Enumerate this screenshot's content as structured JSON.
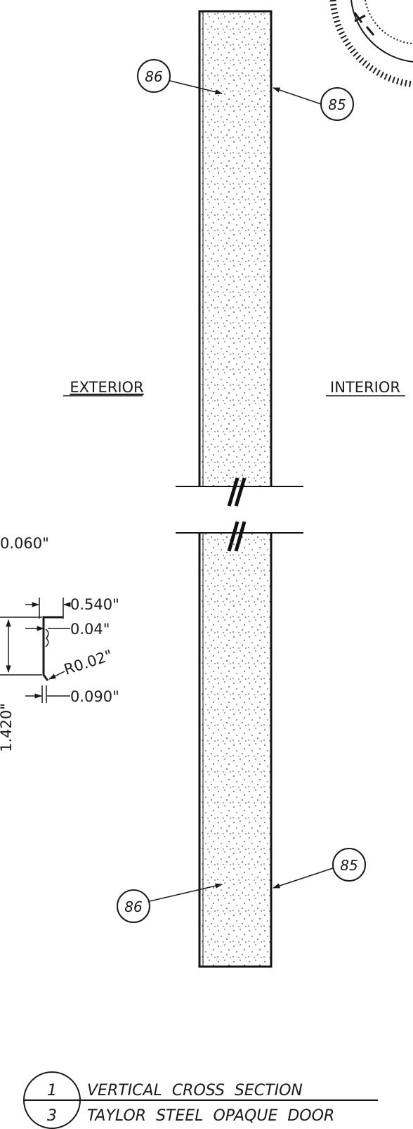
{
  "zones": {
    "exterior": "EXTERIOR",
    "interior": "INTERIOR"
  },
  "callouts": {
    "top_86": "86",
    "top_85": "85",
    "bottom_86": "86",
    "bottom_85": "85"
  },
  "dimensions": {
    "d_060": "0.060\"",
    "d_0540": "0.540\"",
    "d_004": "0.04\"",
    "d_r002": "R0.02\"",
    "d_0090": "0.090\"",
    "d_1420": "1.420\""
  },
  "title_block": {
    "detail_number": "1",
    "sheet_number": "3",
    "line1": "VERTICAL  CROSS  SECTION",
    "line2": "TAYLOR  STEEL  OPAQUE  DOOR"
  }
}
